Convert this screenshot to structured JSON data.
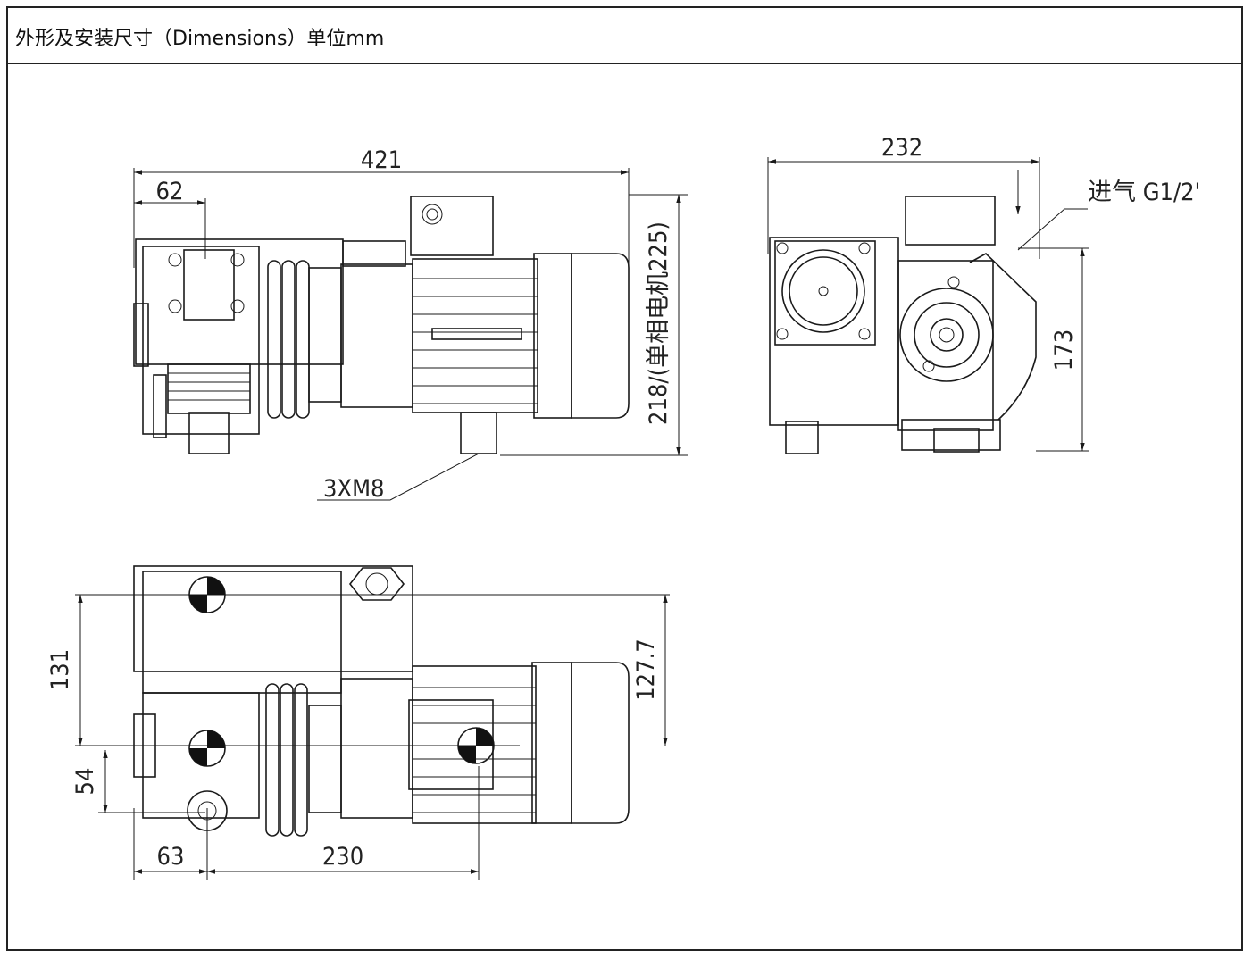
{
  "header": {
    "title": "外形及安装尺寸（Dimensions）单位mm"
  },
  "dimensions": {
    "overall_length": "421",
    "offset_62": "62",
    "height_218": "218/(单相电机225)",
    "bolts": "3XM8",
    "side_width": "232",
    "inlet": "进气 G1/2'",
    "side_height": "173",
    "top_131": "131",
    "top_127": "127.7",
    "top_54": "54",
    "top_63": "63",
    "top_230": "230"
  }
}
